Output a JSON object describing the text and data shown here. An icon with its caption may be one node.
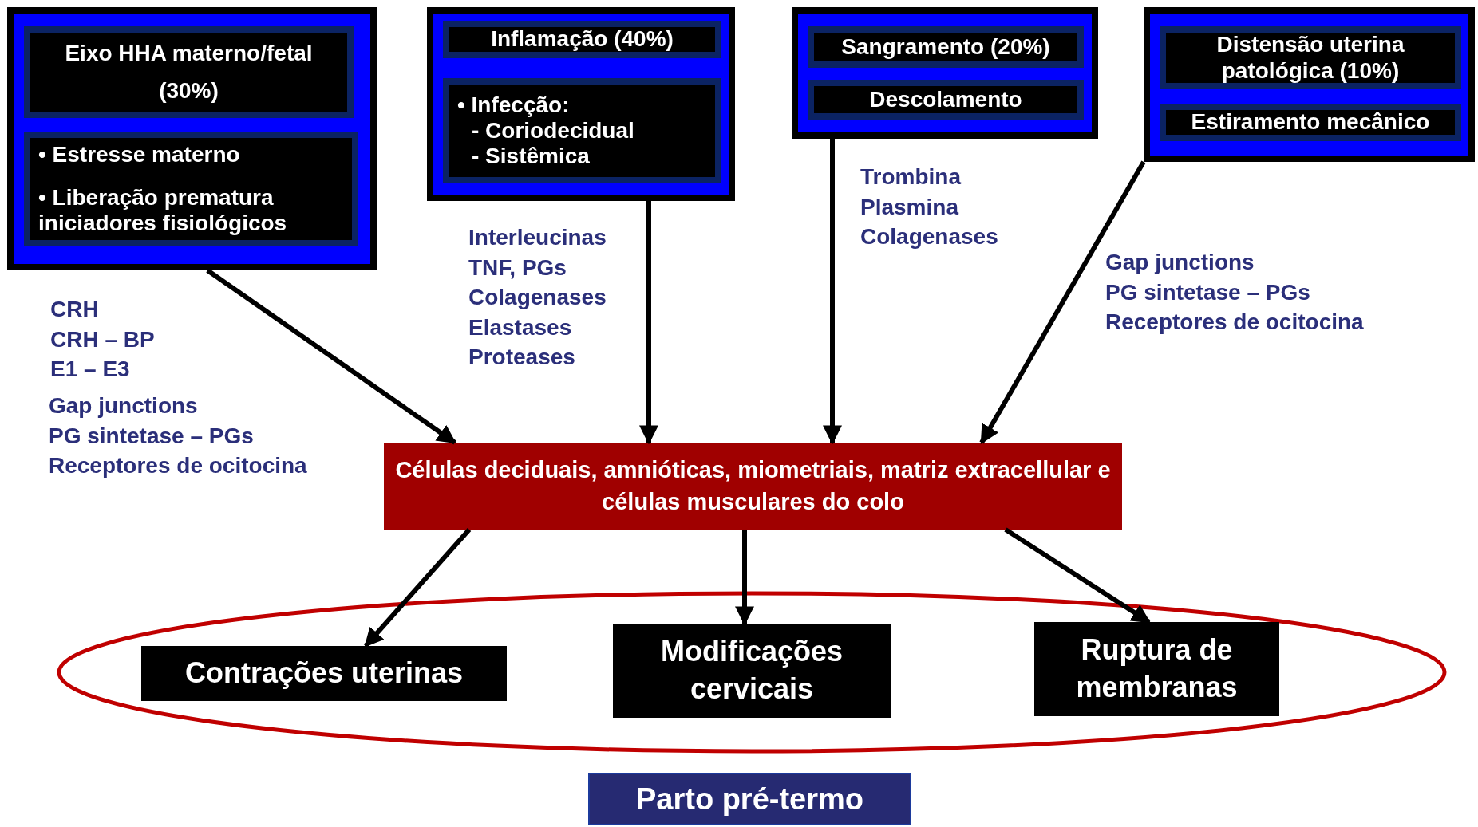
{
  "diagram": {
    "nodes": [
      {
        "text": [],
        "shape": "box"
      },
      {
        "text": [
          "Eixo HHA materno/fetal",
          "(30%)"
        ],
        "in": 0
      },
      {
        "text": [
          "• Estresse materno",
          "• Liberação prematura iniciadores fisiológicos"
        ],
        "in": 0
      },
      {
        "text": [],
        "shape": "box"
      },
      {
        "text": [
          "Inflamação (40%)"
        ],
        "in": 3
      },
      {
        "text": [
          "• Infecção:",
          "- Coriodecidual",
          "- Sistêmica"
        ],
        "in": 3
      },
      {
        "text": [],
        "shape": "box"
      },
      {
        "text": [
          "Sangramento (20%)"
        ],
        "in": 6
      },
      {
        "text": [
          "Descolamento"
        ],
        "in": 6
      },
      {
        "text": [],
        "shape": "box"
      },
      {
        "text": [
          "Distensão uterina patológica (10%)"
        ],
        "in": 9
      },
      {
        "text": [
          "Estiramento mecânico"
        ],
        "in": 9
      },
      {
        "text": [
          "Células deciduais, amnióticas, miometriais, matriz extracellular e células musculares do colo"
        ]
      },
      {
        "text": [],
        "shape": "ellipse"
      },
      {
        "text": [
          "Contrações uterinas"
        ],
        "in": 13
      },
      {
        "text": [
          "Modificações cervicais"
        ],
        "in": 13
      },
      {
        "text": [
          "Ruptura de membranas"
        ],
        "in": 13
      },
      {
        "text": [
          "Parto pré-termo"
        ]
      }
    ],
    "edges": [
      {
        "from": 0,
        "to": 12,
        "arrow": "to"
      },
      {
        "from": 3,
        "to": 12,
        "arrow": "to"
      },
      {
        "from": 6,
        "to": 12,
        "arrow": "to"
      },
      {
        "from": 9,
        "to": 12,
        "arrow": "to"
      },
      {
        "from": 12,
        "to": 14,
        "arrow": "to"
      },
      {
        "from": 12,
        "to": 15,
        "arrow": "to"
      },
      {
        "from": 12,
        "to": 16,
        "arrow": "to"
      }
    ],
    "labels": [
      "CRH",
      "CRH – BP",
      "E1 – E3",
      "Gap junctions",
      "PG sintetase – PGs",
      "Receptores de ocitocina",
      "Interleucinas",
      "TNF, PGs",
      "Colagenases",
      "Elastases",
      "Proteases",
      "Trombina",
      "Plasmina",
      "Colagenases",
      "Gap junctions",
      "PG sintetase – PGs",
      "Receptores de ocitocina"
    ]
  }
}
